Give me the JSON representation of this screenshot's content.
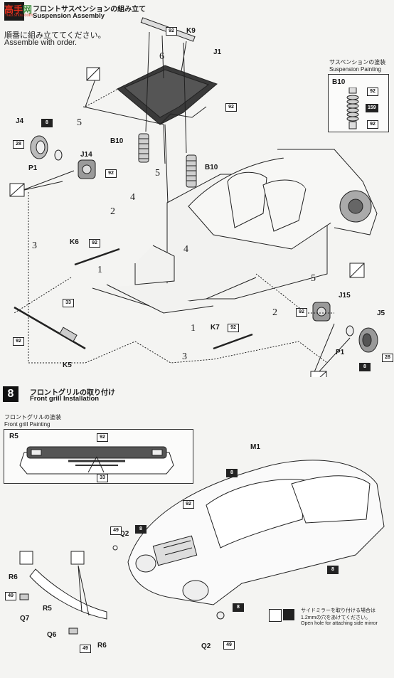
{
  "step7": {
    "title_jp": "フロントサスペンションの組み立て",
    "title_en": "Suspension Assembly",
    "order_jp": "順番に組み立ててください。",
    "order_en": "Assemble with order."
  },
  "paint_box_suspension": {
    "title_jp": "サスペンションの塗装",
    "title_en": "Suspension Painting",
    "part": "B10",
    "colors": [
      "92",
      "159",
      "92"
    ]
  },
  "parts": {
    "K9": "K9",
    "J1": "J1",
    "J4": "J4",
    "P1": "P1",
    "J14": "J14",
    "B10": "B10",
    "K6": "K6",
    "K5": "K5",
    "K7": "K7",
    "J15": "J15",
    "J5": "J5",
    "R5": "R5",
    "M1": "M1",
    "Q2": "Q2",
    "R6": "R6",
    "Q7": "Q7",
    "Q6": "Q6"
  },
  "color_codes": {
    "c92": "92",
    "c8": "8",
    "c28": "28",
    "c33": "33",
    "c49": "49",
    "c159": "159"
  },
  "sequence_numbers": [
    "1",
    "2",
    "3",
    "4",
    "5",
    "6"
  ],
  "step8": {
    "number": "8",
    "title_jp": "フロントグリルの取り付け",
    "title_en": "Front grill Installation",
    "paint_jp": "フロントグリルの塗装",
    "paint_en": "Front grill Painting"
  },
  "mirror_note": {
    "jp": "サイドミラーを取り付ける場合は",
    "jp2": "1.2mmの穴をあけてください。",
    "en": "Open hole for attaching side mirror"
  },
  "watermark": "hao.shou.com"
}
